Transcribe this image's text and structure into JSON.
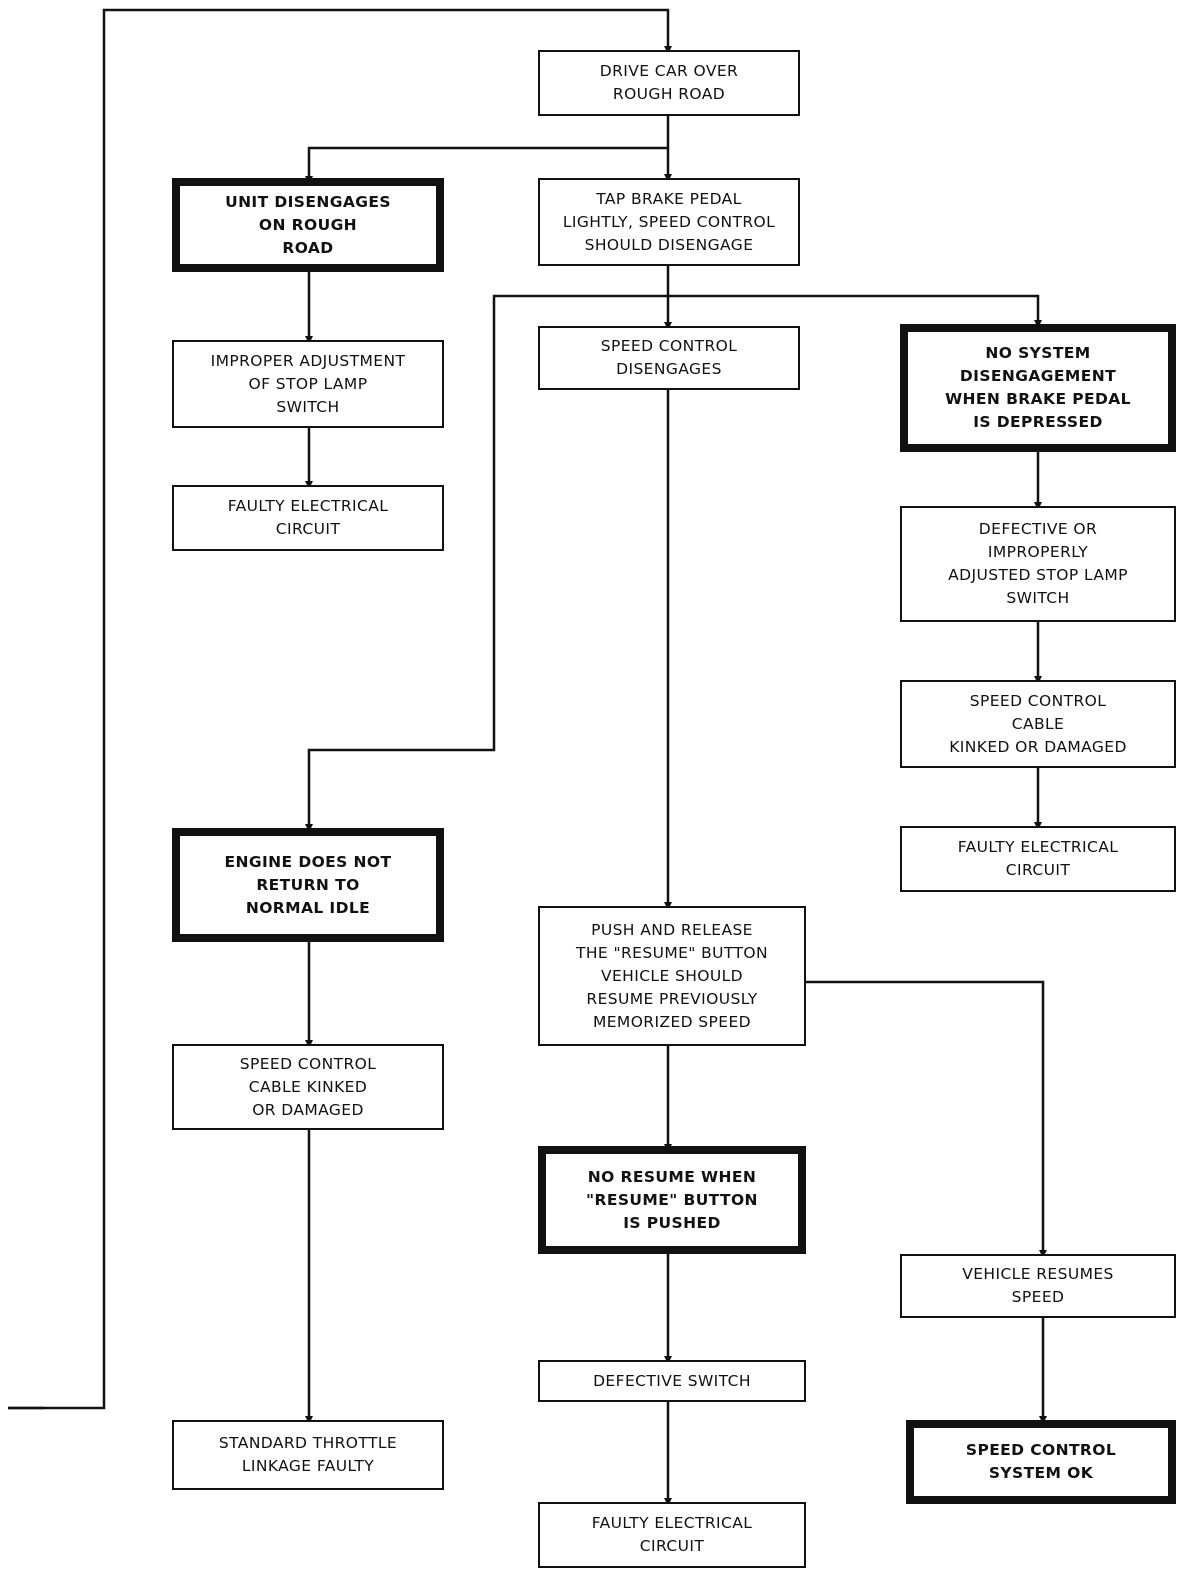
{
  "diagram": {
    "nodes": {
      "drive_car": "DRIVE CAR OVER\nROUGH ROAD",
      "unit_disengages": "UNIT DISENGAGES\nON ROUGH\nROAD",
      "tap_brake": "TAP BRAKE PEDAL\nLIGHTLY, SPEED CONTROL\nSHOULD DISENGAGE",
      "improper_adjustment": "IMPROPER ADJUSTMENT\nOF STOP LAMP\nSWITCH",
      "faulty_circuit_1": "FAULTY ELECTRICAL\nCIRCUIT",
      "speed_control_disengages": "SPEED CONTROL\nDISENGAGES",
      "no_disengagement": "NO SYSTEM\nDISENGAGEMENT\nWHEN BRAKE PEDAL\nIS DEPRESSED",
      "defective_stop_lamp": "DEFECTIVE OR\nIMPROPERLY\nADJUSTED STOP LAMP\nSWITCH",
      "cable_kinked_right": "SPEED CONTROL\nCABLE\nKINKED OR DAMAGED",
      "faulty_circuit_2": "FAULTY ELECTRICAL\nCIRCUIT",
      "engine_no_idle": "ENGINE DOES NOT\nRETURN TO\nNORMAL IDLE",
      "push_resume": "PUSH AND RELEASE\nTHE \"RESUME\" BUTTON\nVEHICLE SHOULD\nRESUME PREVIOUSLY\nMEMORIZED SPEED",
      "cable_kinked_left": "SPEED CONTROL\nCABLE KINKED\nOR DAMAGED",
      "no_resume": "NO RESUME WHEN\n\"RESUME\" BUTTON\nIS PUSHED",
      "vehicle_resumes": "VEHICLE RESUMES\nSPEED",
      "defective_switch": "DEFECTIVE SWITCH",
      "throttle_linkage": "STANDARD THROTTLE\nLINKAGE FAULTY",
      "system_ok": "SPEED CONTROL\nSYSTEM OK",
      "faulty_circuit_3": "FAULTY ELECTRICAL\nCIRCUIT"
    }
  }
}
